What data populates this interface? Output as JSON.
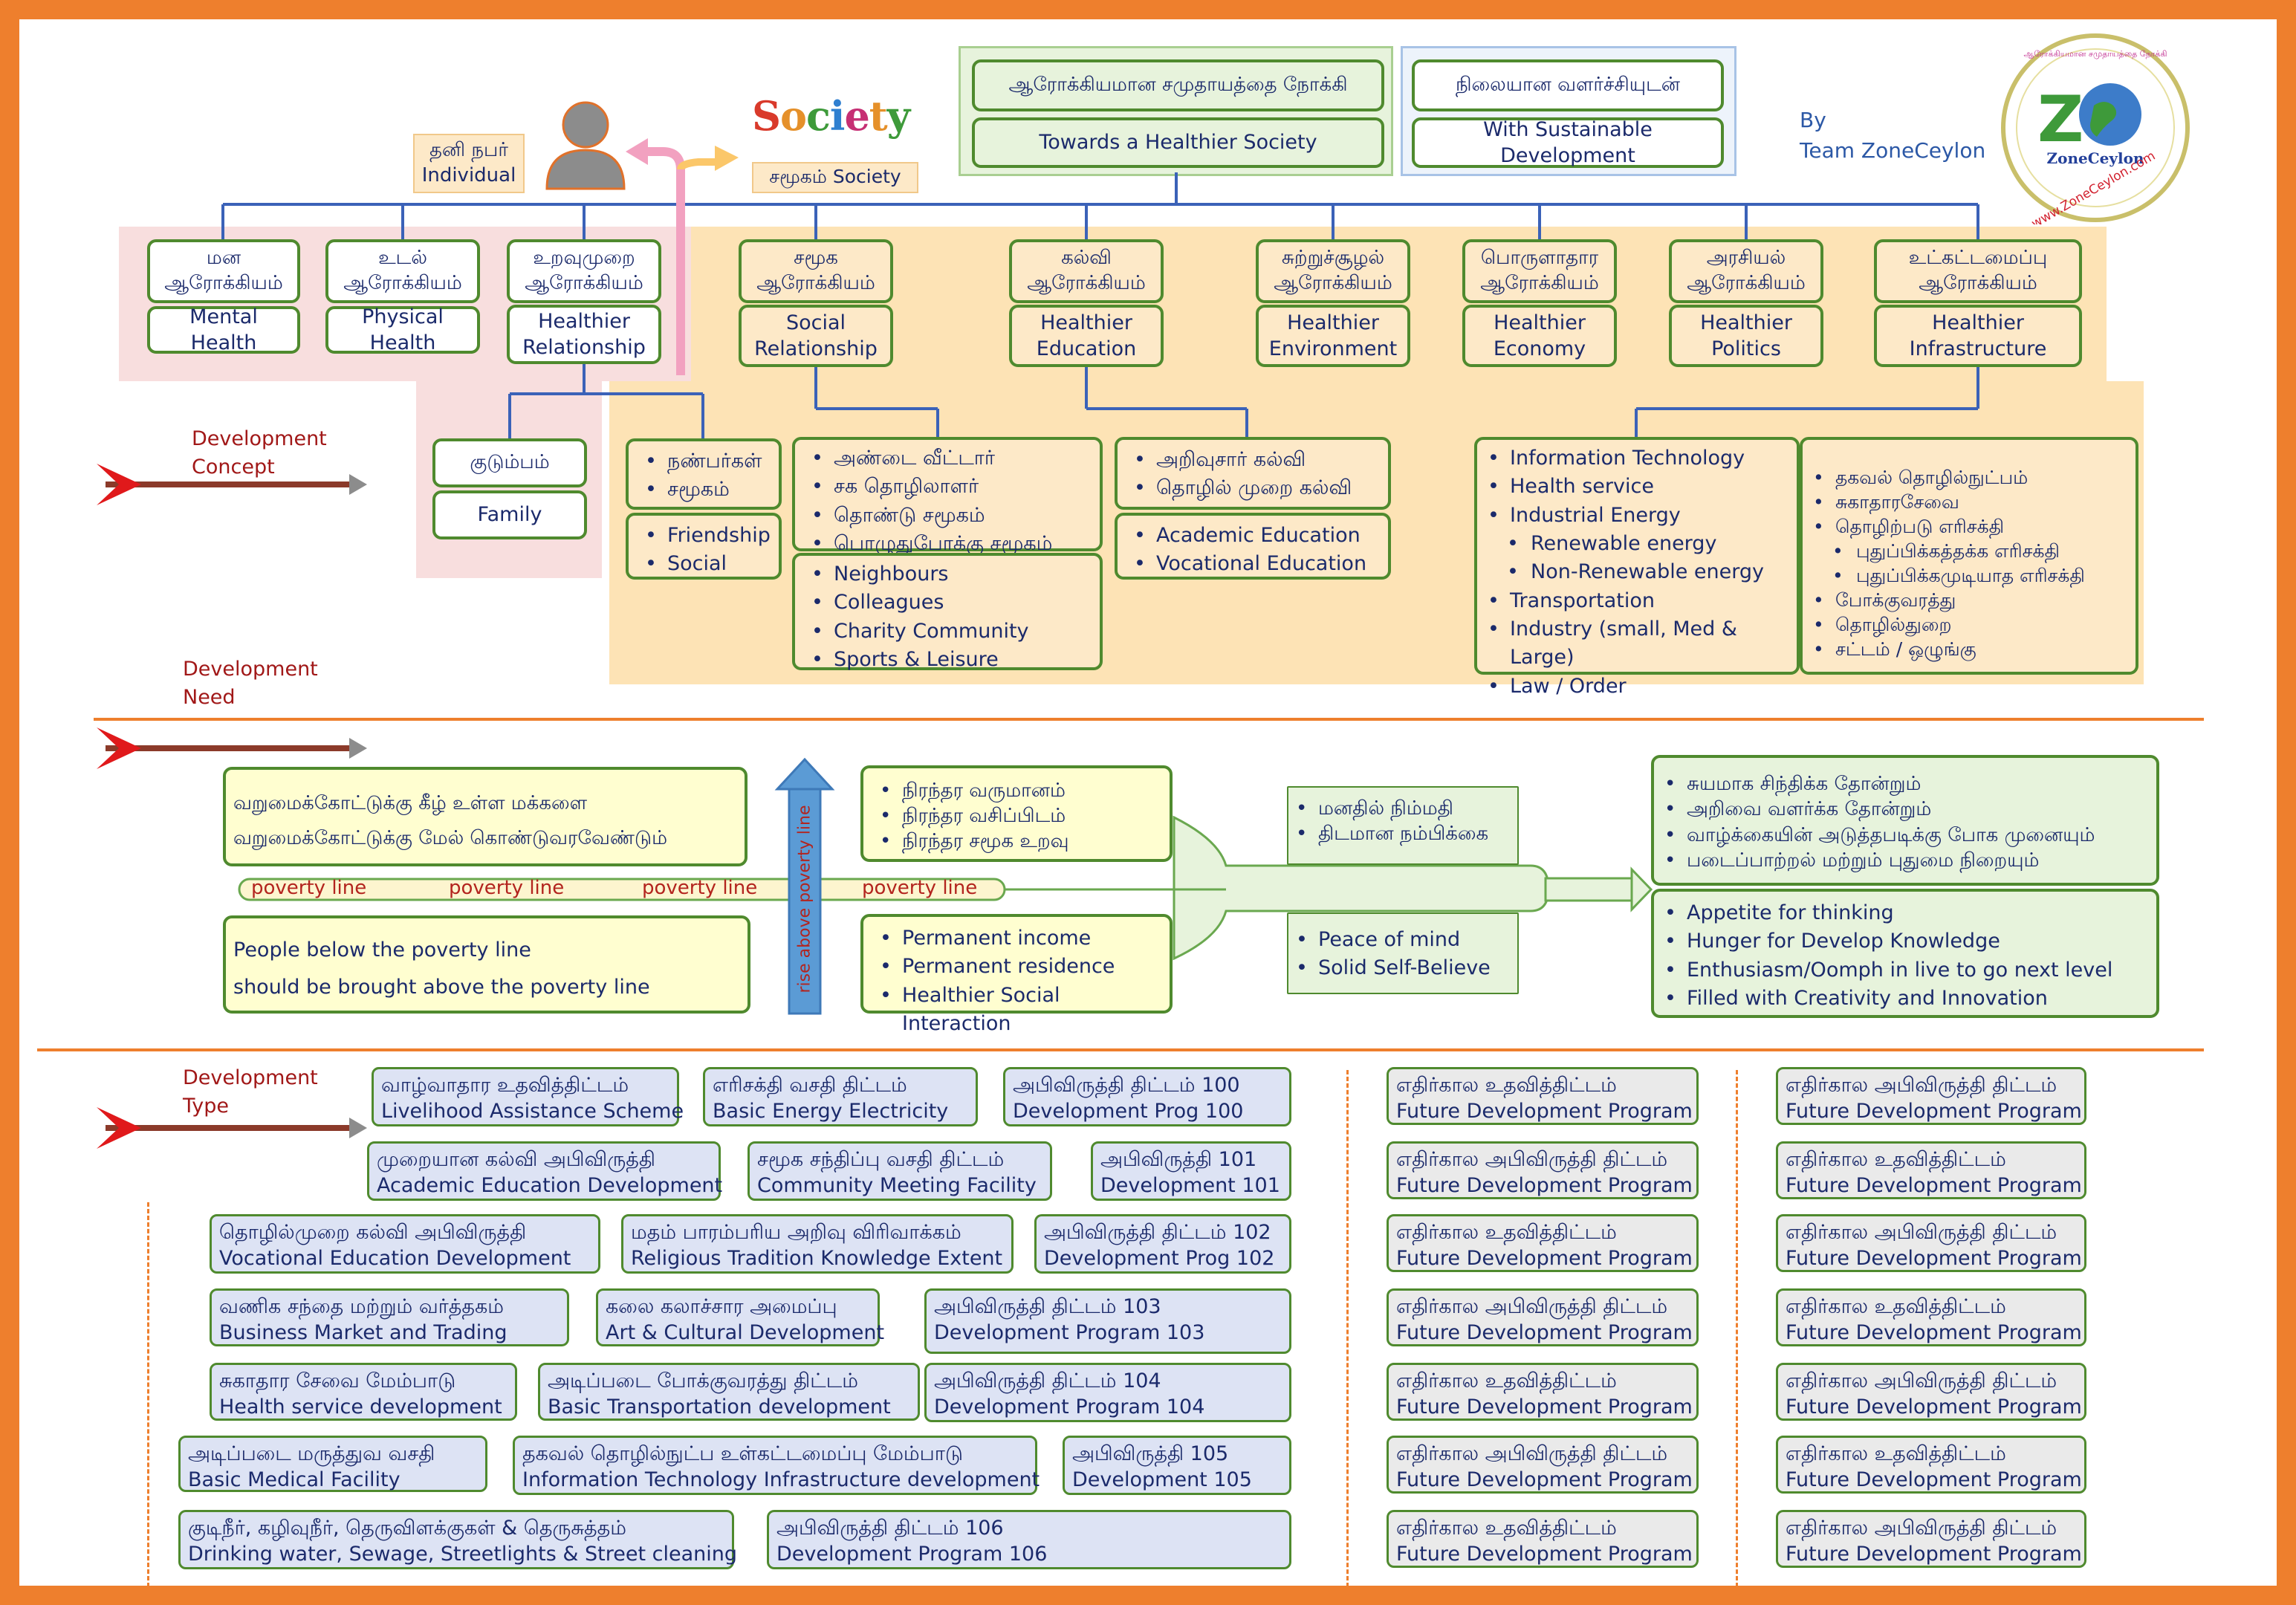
{
  "header": {
    "top_ta": "ஆரோக்கியமான சமுதாயத்தை நோக்கி",
    "top_en": "Towards a Healthier Society",
    "sustain_ta": "நிலையான வளர்ச்சியுடன்",
    "sustain_en": "With Sustainable Development",
    "by_label": "By",
    "team": "Team ZoneCeylon",
    "logo_text_top": "ஆரோக்கியமான சமுதாயத்தை நோக்கி",
    "logo_name": "ZoneCeylon",
    "logo_url": "www.ZoneCeylon.com"
  },
  "individual": {
    "ta": "தனி நபர்",
    "en": "Individual"
  },
  "society": {
    "logo": "Society",
    "label": "சமூகம் Society"
  },
  "health_boxes": [
    {
      "ta": "மன ஆரோக்கியம்",
      "en": "Mental Health"
    },
    {
      "ta": "உடல் ஆரோக்கியம்",
      "en": "Physical Health"
    },
    {
      "ta": "உறவுமுறை ஆரோக்கியம்",
      "en": "Healthier Relationship"
    },
    {
      "ta": "சமூக ஆரோக்கியம்",
      "en": "Social Relationship"
    },
    {
      "ta": "கல்வி ஆரோக்கியம்",
      "en": "Healthier Education"
    },
    {
      "ta": "சுற்றுச்சூழல் ஆரோக்கியம்",
      "en": "Healthier Environment"
    },
    {
      "ta": "பொருளாதார ஆரோக்கியம்",
      "en": "Healthier Economy"
    },
    {
      "ta": "அரசியல் ஆரோக்கியம்",
      "en": "Healthier Politics"
    },
    {
      "ta": "உட்கட்டமைப்பு ஆரோக்கியம்",
      "en": "Healthier Infrastructure"
    }
  ],
  "family": {
    "ta": "குடும்பம்",
    "en": "Family"
  },
  "friends_ta": [
    "நண்பர்கள்",
    "சமூகம்"
  ],
  "friends_en": [
    "Friendship",
    "Social"
  ],
  "neighbours_ta": [
    "அண்டை வீட்டார்",
    "சக தொழிலாளர்",
    "தொண்டு சமூகம்",
    "பொழுதுபோக்கு சமூகம்"
  ],
  "neighbours_en": [
    "Neighbours",
    "Colleagues",
    "Charity Community",
    "Sports & Leisure"
  ],
  "education_ta": [
    "அறிவுசார் கல்வி",
    "தொழில் முறை கல்வி"
  ],
  "education_en": [
    "Academic Education",
    "Vocational Education"
  ],
  "infra_en": [
    "Information Technology",
    "Health service",
    "Industrial Energy",
    "Renewable energy",
    "Non-Renewable energy",
    "Transportation",
    "Industry (small, Med & Large)",
    "Law / Order"
  ],
  "infra_ta": [
    "தகவல் தொழில்நுட்பம்",
    "சுகாதாரசேவை",
    "தொழிற்படு எரிசக்தி",
    "புதுப்பிக்கத்தக்க எரிசக்தி",
    "புதுப்பிக்கமுடியாத எரிசக்தி",
    "போக்குவரத்து",
    "தொழில்துறை",
    "சட்டம் / ஒழுங்கு"
  ],
  "labels": {
    "concept_1": "Development",
    "concept_2": "Concept",
    "need_1": "Development",
    "need_2": "Need",
    "type_1": "Development",
    "type_2": "Type"
  },
  "need": {
    "poverty_ta_1": "வறுமைக்கோட்டுக்கு கீழ் உள்ள மக்களை",
    "poverty_ta_2": "வறுமைக்கோட்டுக்கு மேல் கொண்டுவரவேண்டும்",
    "poverty_en_1": "People below the poverty line",
    "poverty_en_2": "should be brought above the poverty line",
    "poverty_line": "poverty line",
    "rise_label": "rise above poverty line",
    "permanent_ta": [
      "நிரந்தர வருமானம்",
      "நிரந்தர வசிப்பிடம்",
      "நிரந்தர சமூக உறவு"
    ],
    "permanent_en": [
      "Permanent income",
      "Permanent residence",
      "Healthier Social Interaction"
    ],
    "peace_ta": [
      "மனதில் நிம்மதி",
      "திடமான நம்பிக்கை"
    ],
    "peace_en": [
      "Peace of mind",
      "Solid Self-Believe"
    ],
    "appetite_ta": [
      "சுயமாக சிந்திக்க தோன்றும்",
      "அறிவை வளர்க்க தோன்றும்",
      "வாழ்க்கையின் அடுத்தபடிக்கு போக முனையும்",
      "படைப்பாற்றல் மற்றும் புதுமை நிறையும்"
    ],
    "appetite_en": [
      "Appetite for thinking",
      "Hunger for Develop Knowledge",
      "Enthusiasm/Oomph in live to go next level",
      "Filled with Creativity and Innovation"
    ]
  },
  "programs": [
    {
      "ta": "வாழ்வாதார உதவித்திட்டம்",
      "en": "Livelihood Assistance Scheme"
    },
    {
      "ta": "எரிசக்தி வசதி திட்டம்",
      "en": "Basic Energy Electricity"
    },
    {
      "ta": "அபிவிருத்தி திட்டம் 100",
      "en": "Development Prog 100"
    },
    {
      "ta": "முறையான கல்வி அபிவிருத்தி",
      "en": "Academic Education Development"
    },
    {
      "ta": "சமூக சந்திப்பு வசதி திட்டம்",
      "en": "Community Meeting Facility"
    },
    {
      "ta": "அபிவிருத்தி 101",
      "en": "Development 101"
    },
    {
      "ta": "தொழில்முறை கல்வி அபிவிருத்தி",
      "en": "Vocational Education Development"
    },
    {
      "ta": "மதம் பாரம்பரிய அறிவு விரிவாக்கம்",
      "en": "Religious Tradition Knowledge Extent"
    },
    {
      "ta": "அபிவிருத்தி திட்டம் 102",
      "en": "Development Prog 102"
    },
    {
      "ta": "வணிக சந்தை மற்றும் வர்த்தகம்",
      "en": "Business Market and Trading"
    },
    {
      "ta": "கலை கலாச்சார அமைப்பு",
      "en": "Art & Cultural Development"
    },
    {
      "ta": "அபிவிருத்தி திட்டம் 103",
      "en": "Development Program 103"
    },
    {
      "ta": "சுகாதார சேவை மேம்பாடு",
      "en": "Health service development"
    },
    {
      "ta": "அடிப்படை போக்குவரத்து திட்டம்",
      "en": "Basic Transportation development"
    },
    {
      "ta": "அபிவிருத்தி திட்டம் 104",
      "en": "Development Program 104"
    },
    {
      "ta": "அடிப்படை மருத்துவ வசதி",
      "en": "Basic Medical Facility"
    },
    {
      "ta": "தகவல் தொழில்நுட்ப உள்கட்டமைப்பு மேம்பாடு",
      "en": "Information Technology Infrastructure development"
    },
    {
      "ta": "அபிவிருத்தி 105",
      "en": "Development 105"
    },
    {
      "ta": "குடிநீர், கழிவுநீர், தெருவிளக்குகள் & தெருசுத்தம்",
      "en": "Drinking water, Sewage,  Streetlights & Street cleaning"
    },
    {
      "ta": "அபிவிருத்தி திட்டம் 106",
      "en": "Development Program 106"
    }
  ],
  "future": {
    "assist_ta": "எதிர்கால உதவித்திட்டம்",
    "dev_ta": "எதிர்கால அபிவிருத்தி திட்டம்",
    "en": "Future Development  Program"
  },
  "colors": {
    "frame": "#ee7f2d",
    "box_border": "#4f8a2e",
    "peach": "#fde3b5",
    "pink": "#f8dede",
    "label_red": "#a11818",
    "text_navy": "#1b2a6b"
  }
}
